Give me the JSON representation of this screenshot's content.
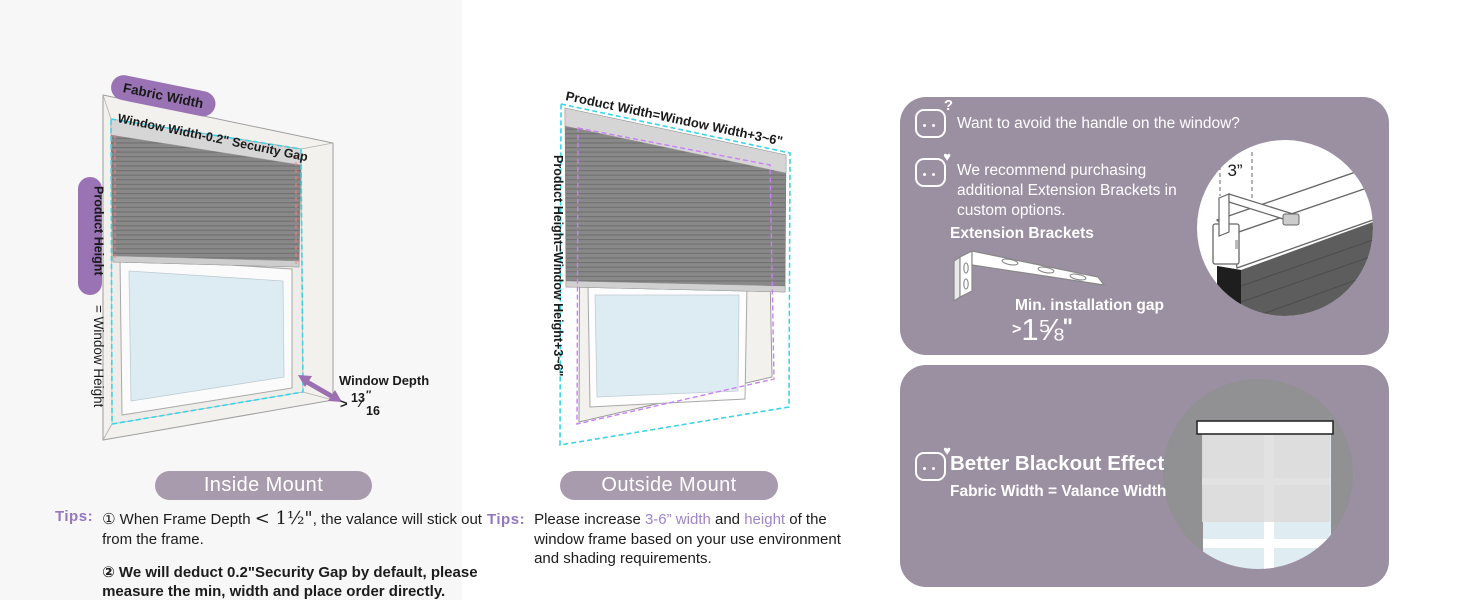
{
  "colors": {
    "accent_purple": "#9a73b5",
    "button_bg": "#a89bad",
    "box_bg": "#9b8fa2",
    "tips_label": "#9577bf",
    "highlight_text": "#9e84c8",
    "cyan_dash": "#38d5e8",
    "violet_dash": "#c980f2",
    "red_dash": "#f97c7c",
    "blind_gray": "#898989",
    "glass_blue": "#ddebf2"
  },
  "icons": {
    "question": "?",
    "heart": "♥"
  },
  "inside": {
    "fabric_width_label": "Fabric Width",
    "top_label": "Window Width-0.2\" Security Gap",
    "product_height_label": "Product Height",
    "eq_window_height": "= Window Height",
    "depth_label": "Window Depth",
    "depth_gt": ">",
    "depth_num": "13",
    "depth_unit": "″",
    "depth_slash": "⁄",
    "depth_den": "16",
    "button": "Inside Mount",
    "tips_label": "Tips:",
    "tip1_a": "① When Frame Depth ",
    "tip1_measure": "< 1½\"",
    "tip1_b": ", the valance will stick out from the frame.",
    "tip2": "② We will deduct 0.2\"Security Gap by default, please measure the min, width and place order directly."
  },
  "outside": {
    "top_label": "Product Width=Window Width+3~6\"",
    "side_label": "Product Height=Window Height+3~6\"",
    "button": "Outside Mount",
    "tips_label": "Tips:",
    "tip_a": "Please increase ",
    "tip_hl1": "3-6” width",
    "tip_b": " and ",
    "tip_hl2": "height",
    "tip_c": " of the window frame based on your use environment and shading requirements."
  },
  "handle_box": {
    "question": "Want to avoid the handle on the window?",
    "recommend": "We recommend purchasing additional Extension Brackets in custom options.",
    "brackets_title": "Extension Brackets",
    "gap_label": "Min. installation gap",
    "gap_gt": ">",
    "gap_value": "1⅝",
    "gap_unit": "\"",
    "offset_value": "3”"
  },
  "blackout_box": {
    "title": "Better Blackout Effect",
    "subtitle": "Fabric Width = Valance Width"
  }
}
